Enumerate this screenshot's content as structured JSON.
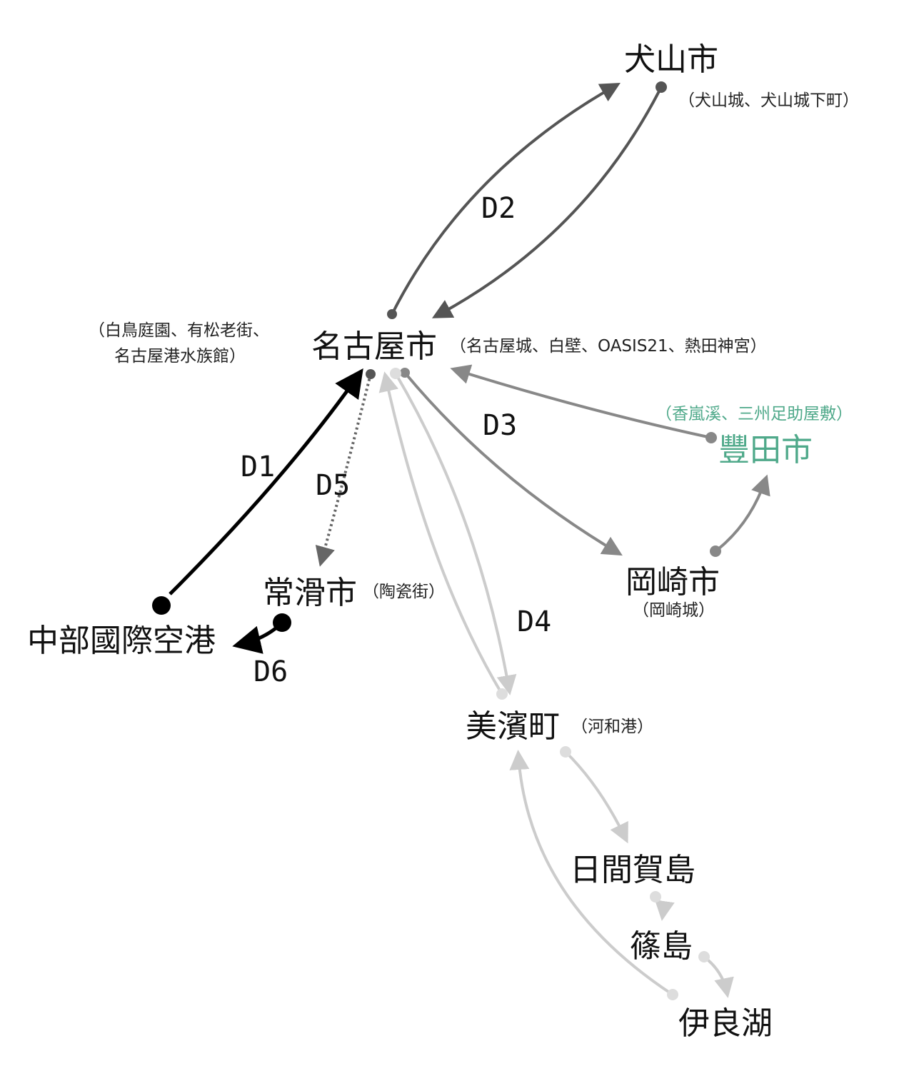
{
  "nodes": {
    "inuyama": {
      "name": "犬山市",
      "sights": "（犬山城、犬山城下町）"
    },
    "nagoya": {
      "name": "名古屋市",
      "sights": "（名古屋城、白壁、OASIS21、熱田神宮）",
      "sights_left_1": "（白鳥庭園、有松老街、",
      "sights_left_2": "名古屋港水族館）"
    },
    "toyota": {
      "name": "豐田市",
      "sights": "（香嵐溪、三州足助屋敷）"
    },
    "okazaki": {
      "name": "岡崎市",
      "sights": "（岡崎城）"
    },
    "tokoname": {
      "name": "常滑市",
      "sights": "（陶瓷街）"
    },
    "airport": {
      "name": "中部國際空港"
    },
    "mihama": {
      "name": "美濱町",
      "sights": "（河和港）"
    },
    "himakajima": {
      "name": "日間賀島"
    },
    "shinojima": {
      "name": "篠島"
    },
    "irago": {
      "name": "伊良湖"
    }
  },
  "edges": {
    "d1": "D1",
    "d2": "D2",
    "d3": "D3",
    "d4": "D4",
    "d5": "D5",
    "d6": "D6"
  },
  "colors": {
    "toyota": "#4fa98a",
    "d1": "#000000",
    "d2": "#555555",
    "d3": "#888888",
    "d4": "#cccccc",
    "d5": "#666666",
    "d6": "#000000"
  }
}
